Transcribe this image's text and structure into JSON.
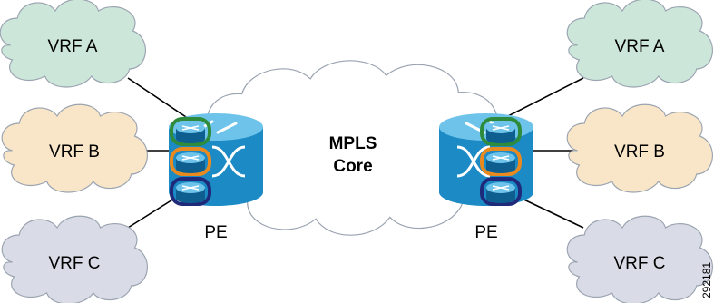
{
  "core": {
    "line1": "MPLS",
    "line2": "Core",
    "fill": "#ffffff"
  },
  "left_pe": {
    "label": "PE"
  },
  "right_pe": {
    "label": "PE"
  },
  "left_vrfs": [
    {
      "label": "VRF A",
      "fill": "#cde6da",
      "ring": "#2e8b3c"
    },
    {
      "label": "VRF B",
      "fill": "#f9e6c8",
      "ring": "#e88a20"
    },
    {
      "label": "VRF C",
      "fill": "#d9dce6",
      "ring": "#1f2a7a"
    }
  ],
  "right_vrfs": [
    {
      "label": "VRF A",
      "fill": "#cde6da",
      "ring": "#2e8b3c"
    },
    {
      "label": "VRF B",
      "fill": "#f9e6c8",
      "ring": "#e88a20"
    },
    {
      "label": "VRF C",
      "fill": "#d9dce6",
      "ring": "#1f2a7a"
    }
  ],
  "colors": {
    "router_body": "#1c8ac4",
    "router_top": "#6ec3ea",
    "router_side": "#0e5f8f",
    "cloud_outline": "#9aa3b0",
    "link": "#000000"
  },
  "icons": {
    "cloud": "cloud-icon",
    "pe_router": "router-icon",
    "vrf_router": "vrf-router-icon"
  },
  "figure_id": "292181"
}
